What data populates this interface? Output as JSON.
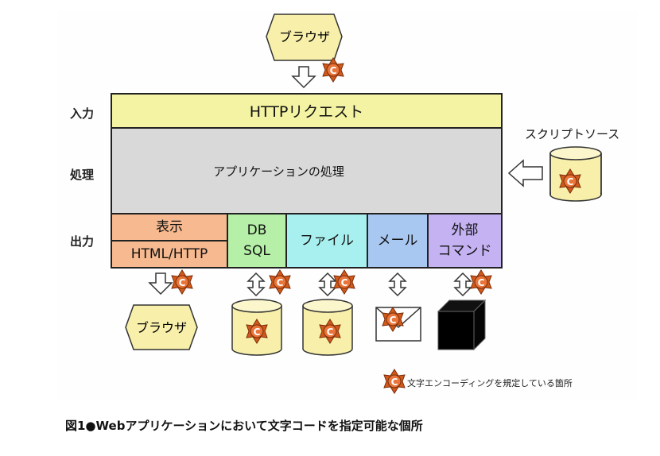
{
  "rows": {
    "input": "入力",
    "process": "処理",
    "output": "出力"
  },
  "top_browser": "ブラウザ",
  "request_label": "HTTPリクエスト",
  "process_label": "アプリケーションの処理",
  "script_source": "スクリプトソース",
  "outputs": {
    "display_top": "表示",
    "display_bottom": "HTML/HTTP",
    "db_line1": "DB",
    "db_line2": "SQL",
    "file": "ファイル",
    "mail": "メール",
    "cmd_line1": "外部",
    "cmd_line2": "コマンド"
  },
  "bottom_browser": "ブラウザ",
  "marker_letter": "C",
  "legend": "文字エンコーディングを規定している箇所",
  "caption": "図1●Webアプリケーションにおいて文字コードを指定可能な個所",
  "colors": {
    "request": "#f3f3a3",
    "process": "#d9d9d9",
    "display": "#f7b98f",
    "db": "#b6f0a8",
    "file": "#a8f0ef",
    "mail": "#a8c8f2",
    "command": "#c4b2f2",
    "cylinder": "#f7efaa",
    "marker": "#d05a1c"
  }
}
